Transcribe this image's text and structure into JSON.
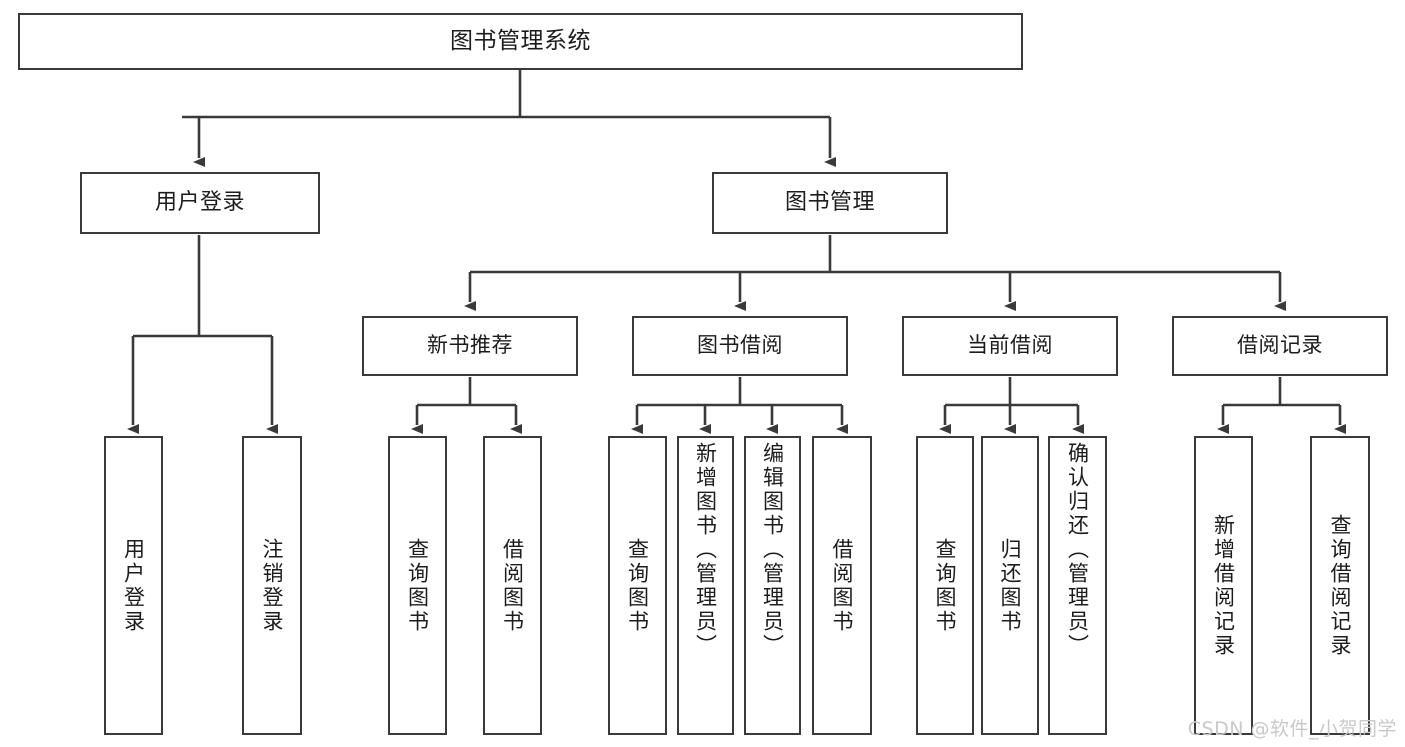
{
  "diagram": {
    "type": "tree",
    "title": "图书管理系统",
    "root": {
      "label": "图书管理系统"
    },
    "level1": [
      {
        "label": "用户登录"
      },
      {
        "label": "图书管理"
      }
    ],
    "level2": [
      {
        "label": "新书推荐"
      },
      {
        "label": "图书借阅"
      },
      {
        "label": "当前借阅"
      },
      {
        "label": "借阅记录"
      }
    ],
    "leaves": {
      "user_login": [
        {
          "label": "用户登录"
        },
        {
          "label": "注销登录"
        }
      ],
      "new_book_recommend": [
        {
          "label": "查询图书"
        },
        {
          "label": "借阅图书"
        }
      ],
      "book_borrow": [
        {
          "label": "查询图书"
        },
        {
          "label": "新增图书（管理员）"
        },
        {
          "label": "编辑图书（管理员）"
        },
        {
          "label": "借阅图书"
        }
      ],
      "current_borrow": [
        {
          "label": "查询图书"
        },
        {
          "label": "归还图书"
        },
        {
          "label": "确认归还（管理员）"
        }
      ],
      "borrow_record": [
        {
          "label": "新增借阅记录"
        },
        {
          "label": "查询借阅记录"
        }
      ]
    }
  },
  "watermark": {
    "text": "CSDN @软件_小贺同学"
  },
  "colors": {
    "stroke": "#3a3a3a",
    "fill": "#ffffff",
    "text": "#1c1c1c",
    "watermark": "#c9c9c9"
  }
}
